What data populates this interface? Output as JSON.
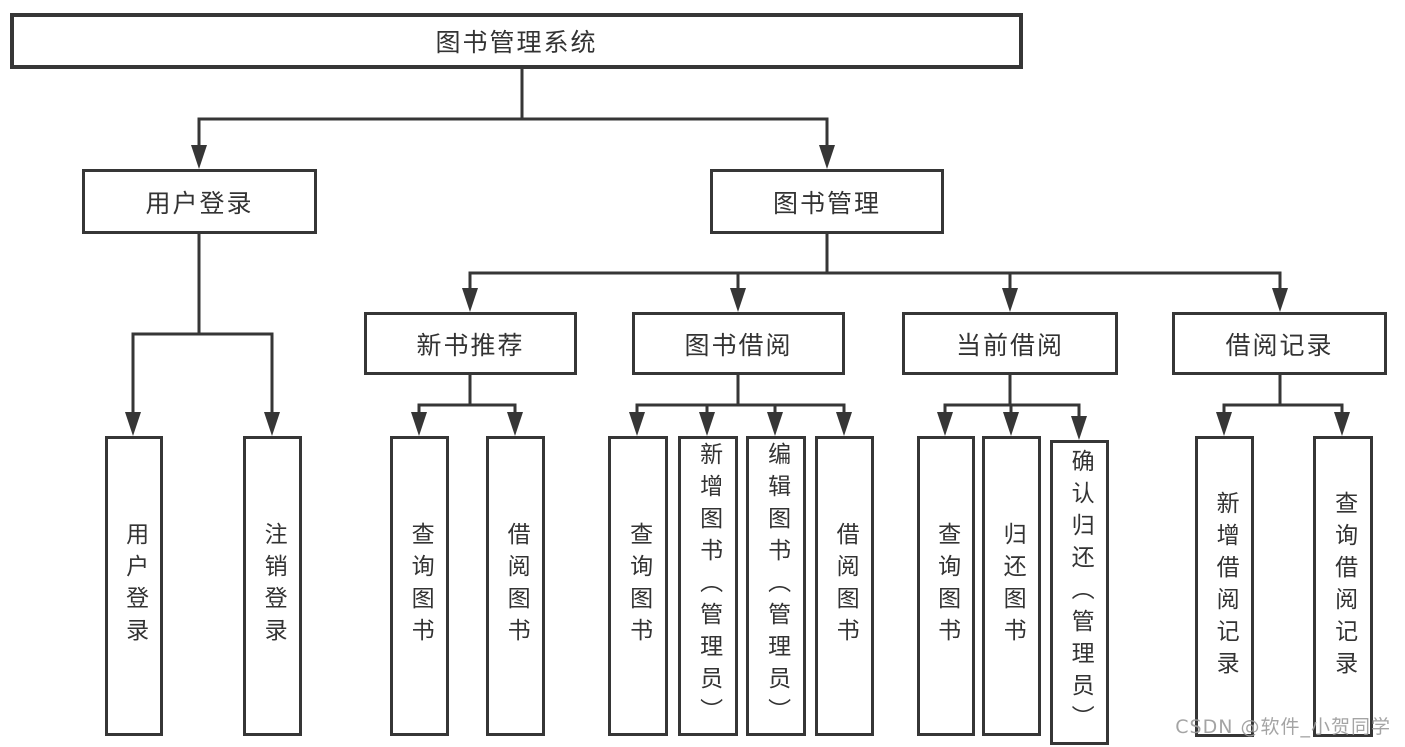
{
  "diagram": {
    "root": {
      "label": "图书管理系统"
    },
    "level2": {
      "user_login": {
        "label": "用户登录"
      },
      "book_management": {
        "label": "图书管理"
      }
    },
    "level3": {
      "new_book_recommend": {
        "label": "新书推荐"
      },
      "book_borrow": {
        "label": "图书借阅"
      },
      "current_borrow": {
        "label": "当前借阅"
      },
      "borrow_record": {
        "label": "借阅记录"
      }
    },
    "leaves": {
      "user_login": {
        "label": "用户登录"
      },
      "logout": {
        "label": "注销登录"
      },
      "recommend_query_book": {
        "label": "查询图书"
      },
      "recommend_borrow_book": {
        "label": "借阅图书"
      },
      "borrow_query_book": {
        "label": "查询图书"
      },
      "borrow_add_book": {
        "label": "新增图书（管理员）"
      },
      "borrow_edit_book": {
        "label": "编辑图书（管理员）"
      },
      "borrow_borrow_book": {
        "label": "借阅图书"
      },
      "current_query_book": {
        "label": "查询图书"
      },
      "current_return_book": {
        "label": "归还图书"
      },
      "current_confirm_return": {
        "label": "确认归还（管理员）"
      },
      "record_add": {
        "label": "新增借阅记录"
      },
      "record_query": {
        "label": "查询借阅记录"
      }
    }
  },
  "watermark": {
    "text": "CSDN @软件_小贺同学"
  },
  "colors": {
    "line": "#363636",
    "box_border": "#363636",
    "text": "#333333",
    "watermark": "#9b9b9b",
    "background": "#ffffff"
  }
}
